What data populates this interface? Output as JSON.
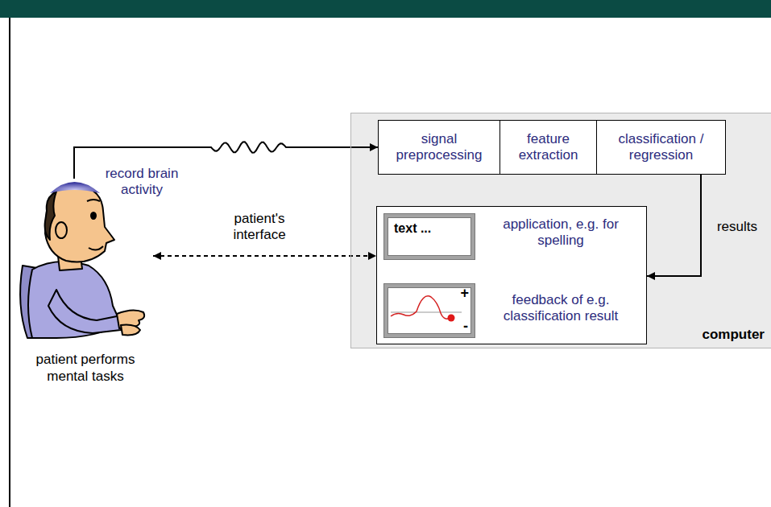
{
  "diagram": {
    "nodes": [
      {
        "text": [
          "patient performs mental tasks"
        ]
      },
      {
        "text": [
          "computer"
        ]
      },
      {
        "text": [
          "signal preprocessing"
        ],
        "in": 1
      },
      {
        "text": [
          "feature extraction"
        ],
        "in": 1
      },
      {
        "text": [
          "classification / regression"
        ],
        "in": 1
      },
      {
        "text": [
          "application, e.g. for spelling",
          "feedback of e.g. classification result"
        ],
        "in": 1
      },
      {
        "text": [
          "text ..."
        ],
        "in": 5
      },
      {
        "text": [
          "+",
          "-"
        ],
        "in": 5
      }
    ],
    "edges": [
      {
        "from": 0,
        "to": 2,
        "arrow": "to"
      },
      {
        "from": 4,
        "to": 5,
        "label": "results",
        "arrow": "to"
      },
      {
        "from": 0,
        "to": 5,
        "label": "patient's interface",
        "arrow": "both"
      }
    ],
    "labels": [
      "record brain activity"
    ]
  }
}
